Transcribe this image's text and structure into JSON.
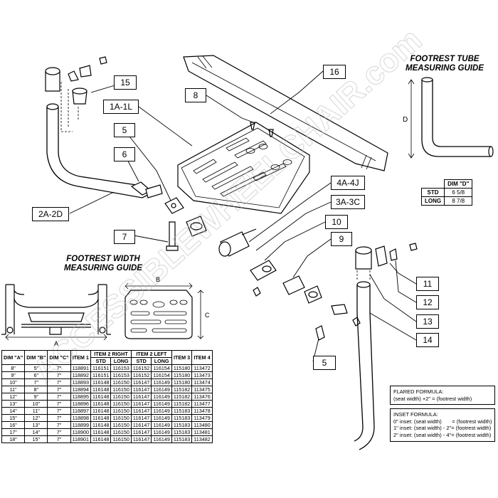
{
  "callouts": {
    "c16": "16",
    "c8": "8",
    "c1a": "1A-1L",
    "c15": "15",
    "c5a": "5",
    "c6": "6",
    "c2a": "2A-2D",
    "c7": "7",
    "c4a": "4A-4J",
    "c3a": "3A-3C",
    "c10": "10",
    "c9": "9",
    "c11": "11",
    "c12": "12",
    "c13": "13",
    "c14": "14",
    "c5b": "5"
  },
  "tube_guide": {
    "title_line1": "FOOTREST TUBE",
    "title_line2": "MEASURING GUIDE",
    "dim_label": "D",
    "table_header": "DIM \"D\"",
    "rows": [
      {
        "label": "STD",
        "value": "6 5/8"
      },
      {
        "label": "LONG",
        "value": "8 7/8"
      }
    ]
  },
  "width_guide": {
    "title_line1": "FOOTREST WIDTH",
    "title_line2": "MEASURING GUIDE",
    "dim_a": "A",
    "dim_b": "B",
    "dim_c": "C"
  },
  "watermark": "ACCESSIBLEWHEELCHAIR.com",
  "parts_table": {
    "headers": [
      "DIM \"A\"",
      "DIM \"B\"",
      "DIM \"C\"",
      "ITEM 1",
      "ITEM 2 RIGHT",
      "ITEM 2 LEFT",
      "ITEM 3",
      "ITEM 4"
    ],
    "subheaders": [
      "STD",
      "LONG",
      "STD",
      "LONG"
    ],
    "rows": [
      [
        "8\"",
        "5\"",
        "7\"",
        "118891",
        "116151",
        "116153",
        "116152",
        "116154",
        "115180",
        "113472"
      ],
      [
        "9\"",
        "6\"",
        "7\"",
        "118892",
        "116151",
        "116153",
        "116152",
        "116154",
        "115180",
        "113473"
      ],
      [
        "10\"",
        "7\"",
        "7\"",
        "118893",
        "116148",
        "116150",
        "116147",
        "116149",
        "115180",
        "113474"
      ],
      [
        "11\"",
        "8\"",
        "7\"",
        "118894",
        "116148",
        "116150",
        "116147",
        "116149",
        "115182",
        "113475"
      ],
      [
        "12\"",
        "9\"",
        "7\"",
        "118895",
        "116148",
        "116150",
        "116147",
        "116149",
        "115182",
        "113476"
      ],
      [
        "13\"",
        "10\"",
        "7\"",
        "118896",
        "116148",
        "116150",
        "116147",
        "116149",
        "115182",
        "113477"
      ],
      [
        "14\"",
        "11\"",
        "7\"",
        "118897",
        "116148",
        "116150",
        "116147",
        "116149",
        "115183",
        "113478"
      ],
      [
        "15\"",
        "12\"",
        "7\"",
        "118898",
        "116148",
        "116150",
        "116147",
        "116149",
        "115183",
        "113479"
      ],
      [
        "16\"",
        "13\"",
        "7\"",
        "118899",
        "116148",
        "116150",
        "116147",
        "116149",
        "115183",
        "113480"
      ],
      [
        "17\"",
        "14\"",
        "7\"",
        "118900",
        "116148",
        "116150",
        "116147",
        "116149",
        "115183",
        "113481"
      ],
      [
        "18\"",
        "15\"",
        "7\"",
        "118901",
        "116148",
        "116150",
        "116147",
        "116149",
        "115183",
        "113482"
      ]
    ]
  },
  "flared": {
    "title": "FLARED FORMULA:",
    "line1": "(seat width) +2\" = (footrest width)"
  },
  "inset": {
    "title": "INSET FORMULA:",
    "line1": "0\" inset: (seat width)       = (footrest width)",
    "line2": "1\" inset: (seat width) - 2\"= (footrest width)",
    "line3": "2\" inset: (seat width) - 4\"= (footrest width)"
  }
}
